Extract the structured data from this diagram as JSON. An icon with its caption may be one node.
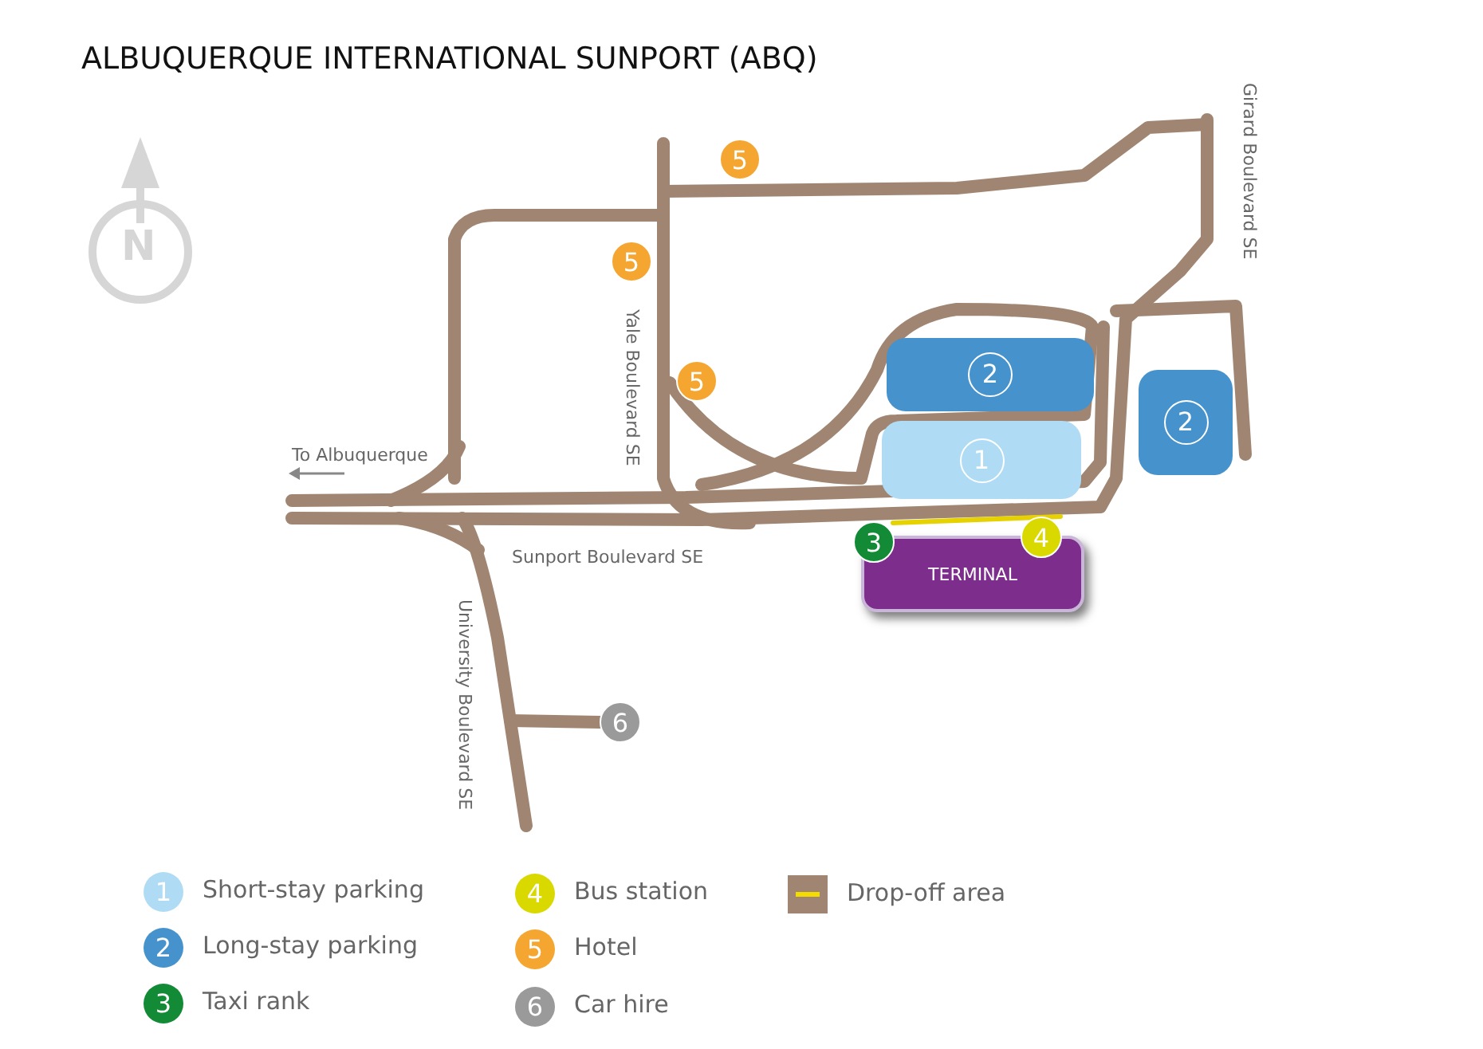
{
  "diagram": {
    "title": "ALBUQUERQUE INTERNATIONAL SUNPORT (ABQ)",
    "nodes": [
      {
        "text": [
          "5"
        ]
      },
      {
        "text": [
          "5"
        ]
      },
      {
        "text": [
          "2"
        ]
      },
      {
        "text": [
          "5"
        ]
      },
      {
        "text": [
          "2"
        ]
      },
      {
        "text": [
          "1"
        ]
      },
      {
        "text": [
          "3"
        ]
      },
      {
        "text": [
          "4"
        ]
      },
      {
        "text": [
          "TERMINAL"
        ]
      },
      {
        "text": [
          "6"
        ]
      }
    ],
    "edges": [],
    "labels": [
      "N",
      "Girard Boulevard SE",
      "Yale Boulevard SE",
      "To Albuquerque",
      "Sunport Boulevard SE",
      "University Boulevard SE",
      "1",
      "2",
      "3",
      "4",
      "5",
      "6"
    ],
    "legend": [
      {
        "text": "Short-stay parking",
        "color": "#afdcf4"
      },
      {
        "text": "Long-stay parking",
        "color": "#4592cc"
      },
      {
        "text": "Taxi rank",
        "color": "#138a35"
      },
      {
        "text": "Bus station",
        "color": "#d9d900"
      },
      {
        "text": "Hotel",
        "color": "#f4a631"
      },
      {
        "text": "Car hire",
        "color": "#9a9a9a"
      },
      {
        "text": "Drop-off area"
      }
    ]
  }
}
